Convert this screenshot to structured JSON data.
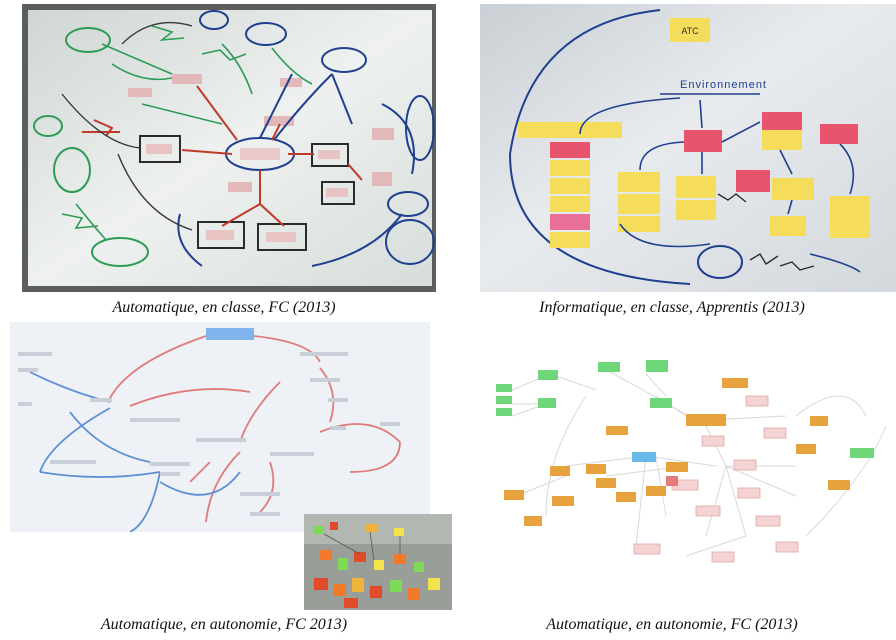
{
  "captions": {
    "top_left": "Automatique, en classe, FC (2013)",
    "top_right": "Informatique, en classe, Apprentis (2013)",
    "bottom_left": "Automatique, en autonomie, FC 2013)",
    "bottom_right": "Automatique, en autonomie, FC (2013)"
  },
  "top_right": {
    "title_note": "Environnement",
    "note_atc": "ATC"
  },
  "colors": {
    "whiteboard": "#e6ece9",
    "whiteboard_right": "#dfe3e6",
    "sticky_yellow": "#f5dc5a",
    "sticky_pink": "#e8536d",
    "marker_red": "#c0392b",
    "marker_green": "#2e9b57",
    "marker_blue": "#1f3f8f",
    "digital_red": "#e07a7a",
    "digital_blue": "#5b8fd6",
    "node_green": "#6fd67a",
    "node_orange": "#e6a23c",
    "node_pink": "#f6d3d3",
    "node_blue": "#6ab8ea"
  }
}
